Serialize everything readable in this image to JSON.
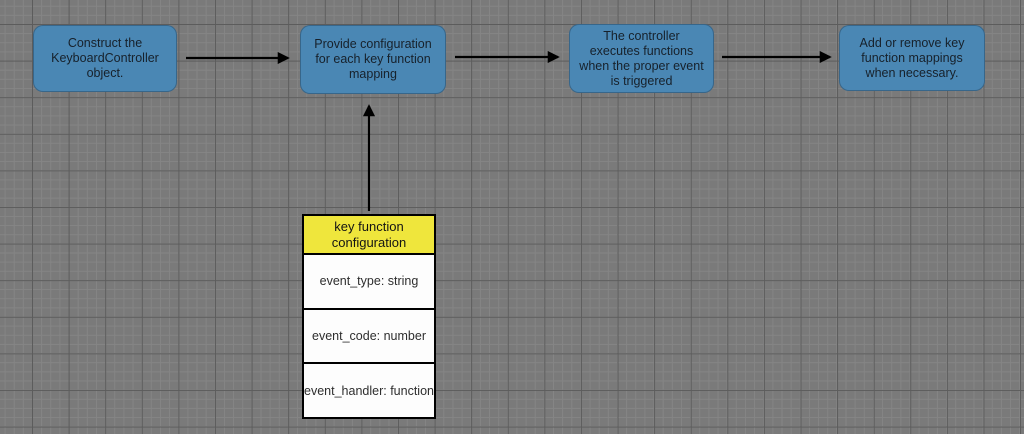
{
  "canvas": {
    "background_color": "#7a7a7a",
    "grid_minor_color": "#858585",
    "grid_major_color": "#5c5c5c"
  },
  "flow_steps": [
    {
      "label": "Construct the\nKeyboardController\nobject.",
      "fill": "#4a87b4"
    },
    {
      "label": "Provide configuration\nfor each key function\nmapping",
      "fill": "#4a87b4"
    },
    {
      "label": "The controller\nexecutes functions\nwhen the proper event\nis triggered",
      "fill": "#4a87b4"
    },
    {
      "label": "Add or remove key\nfunction mappings\nwhen necessary.",
      "fill": "#4a87b4"
    }
  ],
  "connectors": {
    "color": "#000000"
  },
  "entity": {
    "title": "key function\nconfiguration",
    "header_fill": "#efe63c",
    "body_fill": "#fdfdfd",
    "border_color": "#000000",
    "fields": [
      "event_type: string",
      "event_code: number",
      "event_handler: function"
    ]
  }
}
